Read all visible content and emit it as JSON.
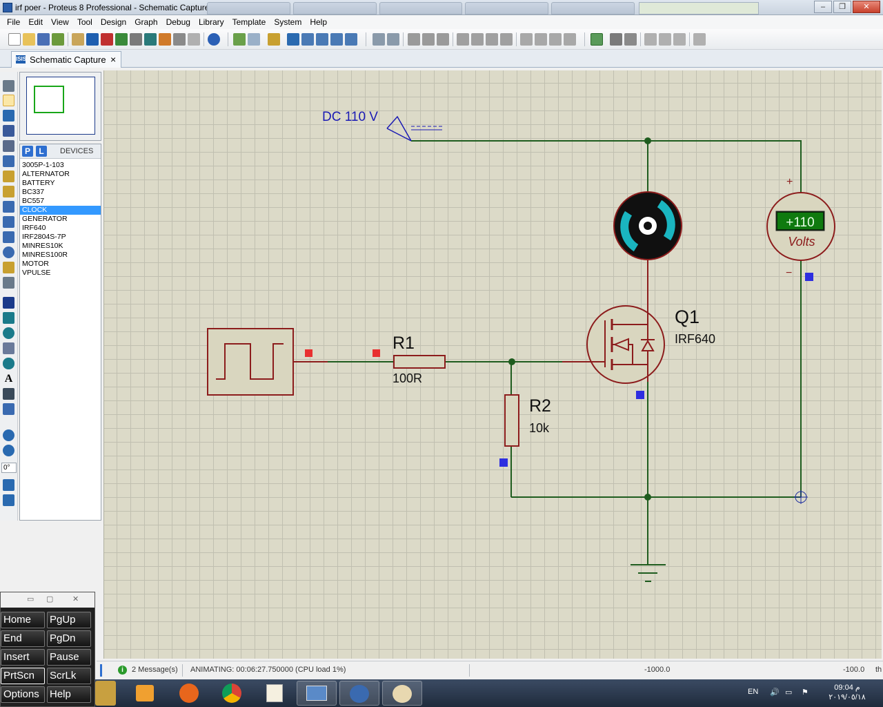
{
  "window": {
    "title": "irf poer - Proteus 8 Professional - Schematic Capture"
  },
  "menu": [
    "File",
    "Edit",
    "View",
    "Tool",
    "Design",
    "Graph",
    "Debug",
    "Library",
    "Template",
    "System",
    "Help"
  ],
  "tab": {
    "label": "Schematic Capture",
    "close": "×"
  },
  "devices": {
    "p_button": "P",
    "l_button": "L",
    "title": "DEVICES",
    "items": [
      "3005P-1-103",
      "ALTERNATOR",
      "BATTERY",
      "BC337",
      "BC557",
      "CLOCK",
      "GENERATOR",
      "IRF640",
      "IRF2804S-7P",
      "MINRES10K",
      "MINRES100R",
      "MOTOR",
      "VPULSE"
    ],
    "selected": "CLOCK"
  },
  "rotation": {
    "angle": "0°"
  },
  "schematic": {
    "power_label": "DC 110 V",
    "r1_ref": "R1",
    "r1_value": "100R",
    "r2_ref": "R2",
    "r2_value": "10k",
    "q1_ref": "Q1",
    "q1_value": "IRF640",
    "voltmeter_reading": "+110",
    "voltmeter_unit": "Volts",
    "voltmeter_plus": "+",
    "voltmeter_minus": "−"
  },
  "osk": {
    "keys": [
      "Home",
      "PgUp",
      "End",
      "PgDn",
      "Insert",
      "Pause",
      "PrtScn",
      "ScrLk",
      "Options",
      "Help"
    ]
  },
  "status": {
    "messages": "2 Message(s)",
    "animating": "ANIMATING: 00:06:27.750000 (CPU load 1%)",
    "coord_x": "-1000.0",
    "coord_y": "-100.0",
    "units": "th"
  },
  "taskbar": {
    "language": "EN",
    "time": "09:04 م",
    "date": "٢٠١٩/٠٥/١٨"
  },
  "colors": {
    "canvas": "#dcdac8",
    "wire": "#1e5c1e",
    "component_outline": "#8c1c1c",
    "component_fill": "#d9d6bf",
    "label_blue": "#1a1ab4",
    "selection": "#3399ff"
  }
}
